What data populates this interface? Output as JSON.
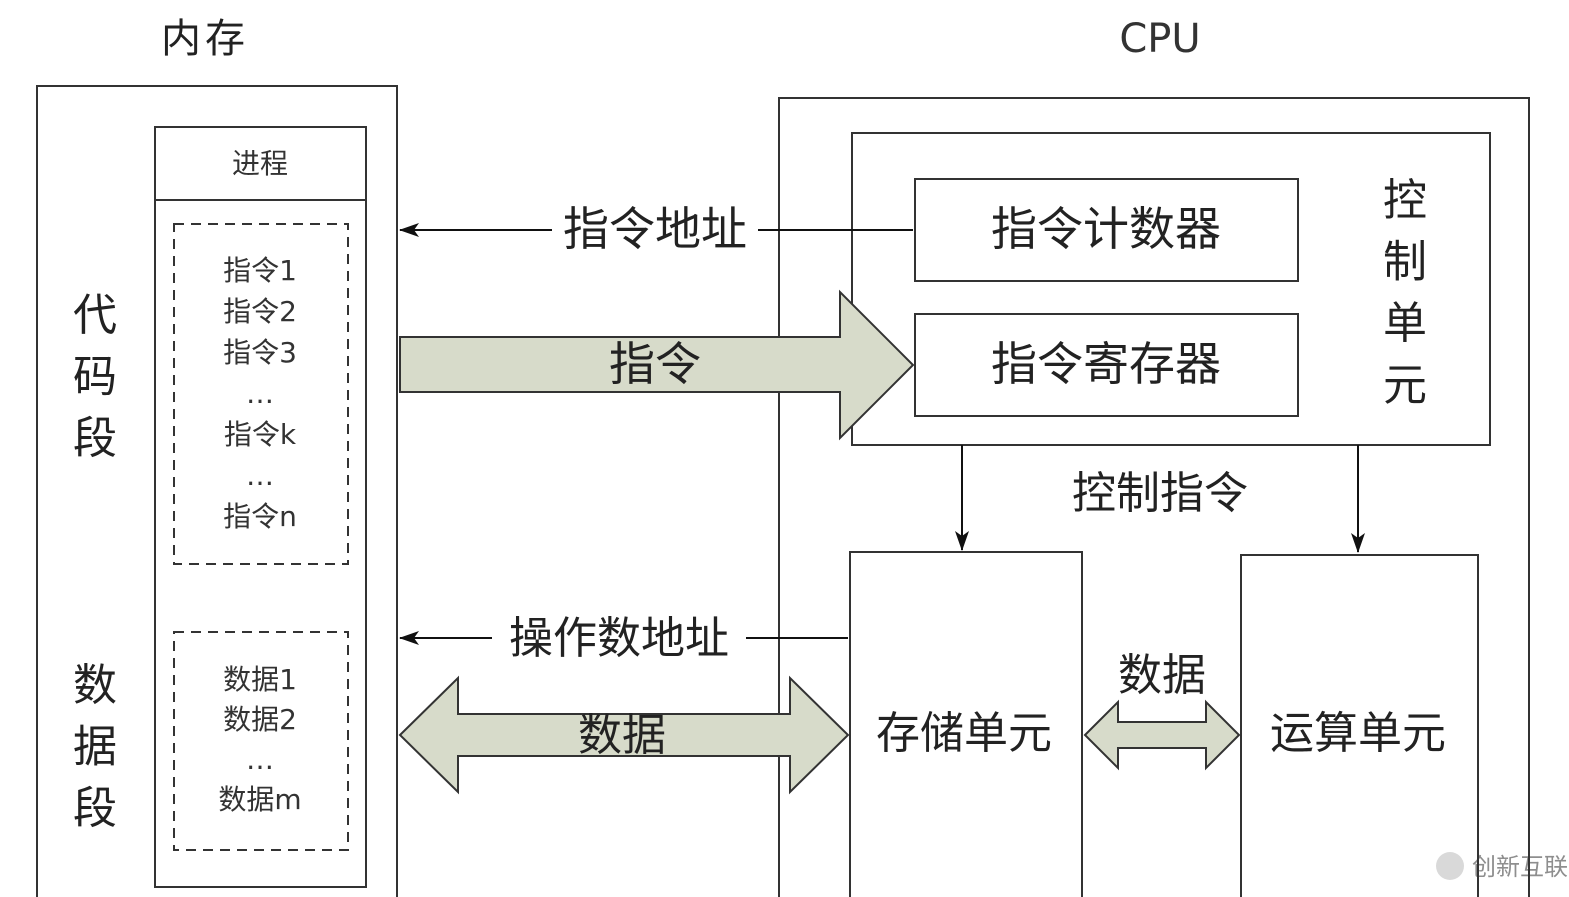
{
  "memory": {
    "title": "内存",
    "process_label": "进程",
    "code_segment_label": "代码段",
    "data_segment_label": "数据段",
    "instructions": [
      "指令1",
      "指令2",
      "指令3",
      "…",
      "指令k",
      "…",
      "指令n"
    ],
    "data_items": [
      "数据1",
      "数据2",
      "…",
      "数据m"
    ]
  },
  "cpu": {
    "title": "CPU",
    "control_unit_label": "控制单元",
    "program_counter_label": "指令计数器",
    "instruction_register_label": "指令寄存器",
    "storage_unit_label": "存储单元",
    "alu_label": "运算单元"
  },
  "flows": {
    "instruction_address": "指令地址",
    "instruction": "指令",
    "control_instruction": "控制指令",
    "operand_address": "操作数地址",
    "data_memory_cpu": "数据",
    "data_storage_alu": "数据"
  },
  "watermark": "创新互联",
  "colors": {
    "arrow_fill": "#d7dbca",
    "stroke": "#333333"
  }
}
